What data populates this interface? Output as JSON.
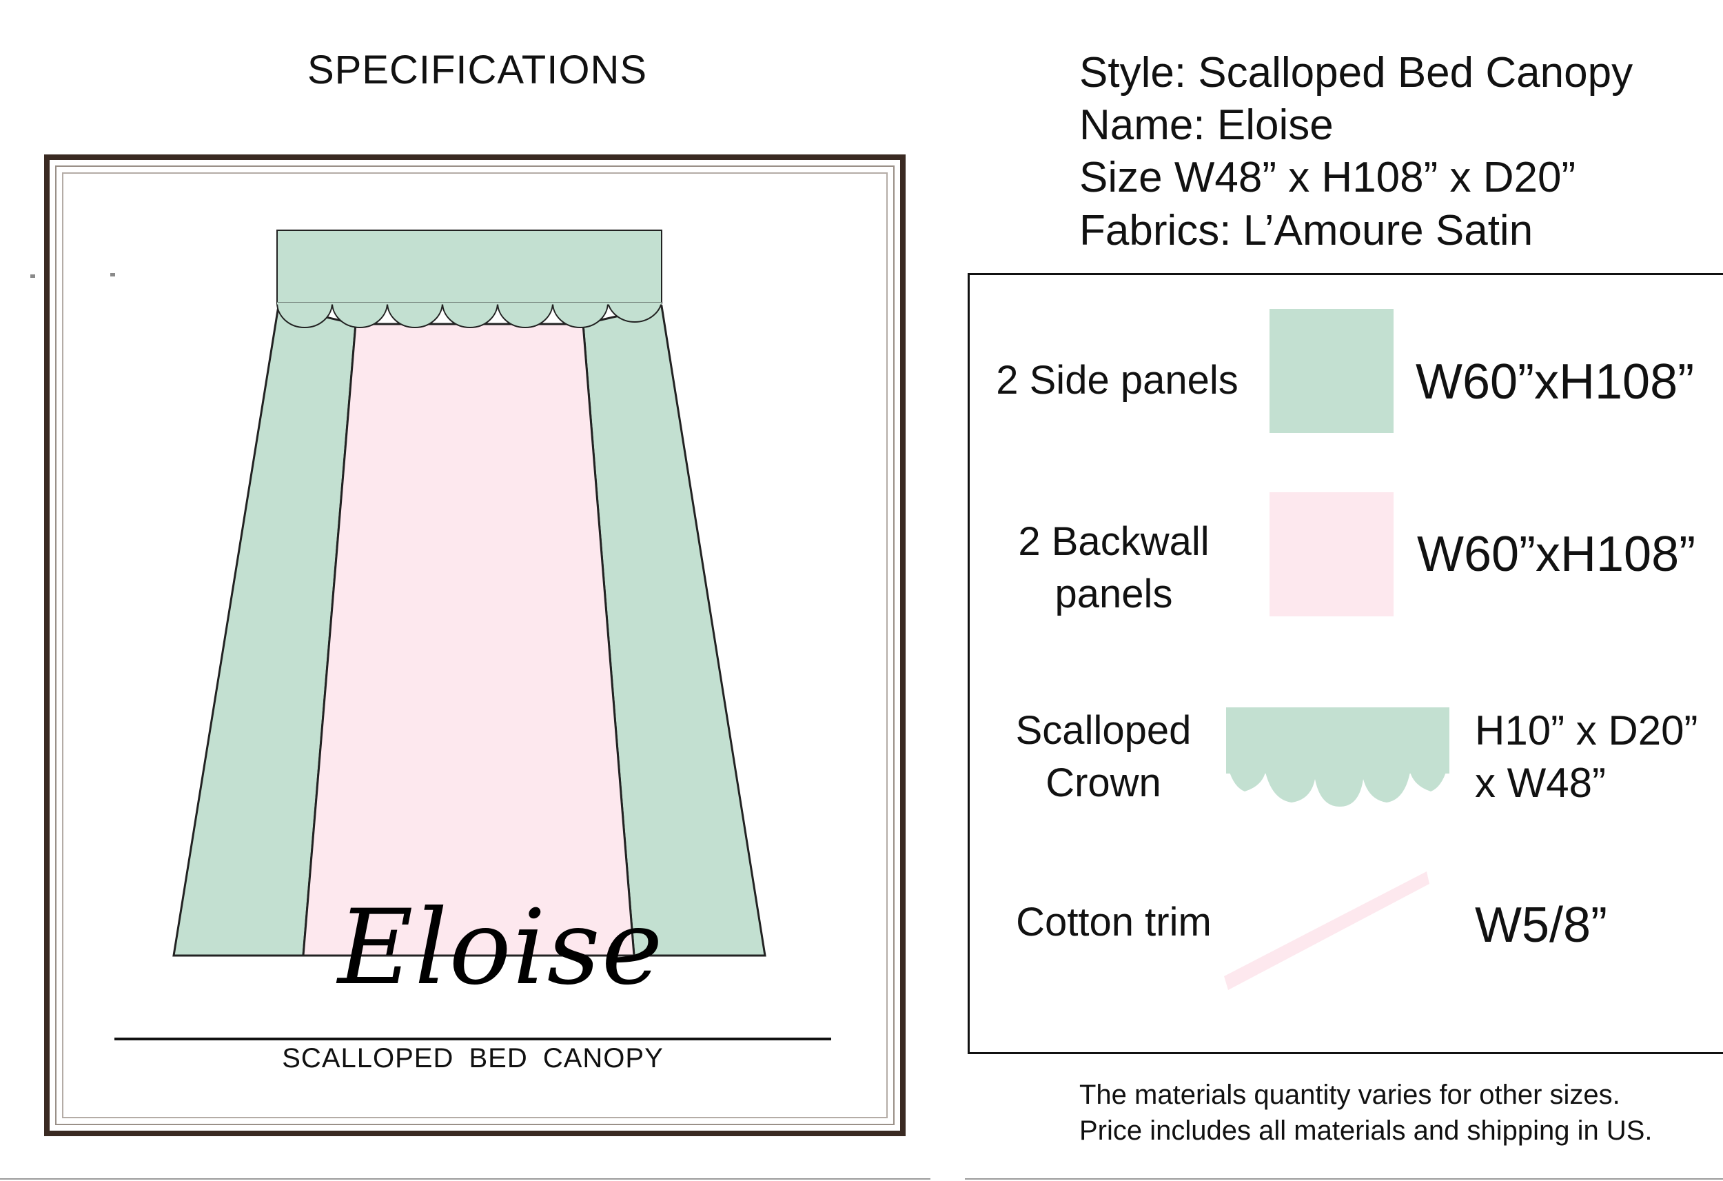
{
  "heading": "SPECIFICATIONS",
  "product": {
    "style": "Style: Scalloped Bed Canopy",
    "name": "Name: Eloise",
    "size": "Size W48” x H108” x D20”",
    "fabrics": "Fabrics: L’Amoure Satin"
  },
  "illustration": {
    "script_title": "Eloise",
    "caption": "SCALLOPED  BED CANOPY"
  },
  "colors": {
    "mint": "#c3e0d1",
    "pink": "#fde8ee",
    "frame": "#3a2a22"
  },
  "materials": [
    {
      "label": "2 Side panels",
      "dimension": "W60”xH108”",
      "swatch": "mint"
    },
    {
      "label": "2 Backwall panels",
      "dimension": "W60”xH108”",
      "swatch": "pink"
    },
    {
      "label": "Scalloped Crown",
      "dimension": "H10” x D20” x W48”",
      "swatch": "mint-scallop"
    },
    {
      "label": "Cotton trim",
      "dimension": "W5/8”",
      "swatch": "pink-trim"
    }
  ],
  "notes": [
    "The materials quantity varies for other sizes.",
    "Price includes all materials and shipping in US."
  ]
}
